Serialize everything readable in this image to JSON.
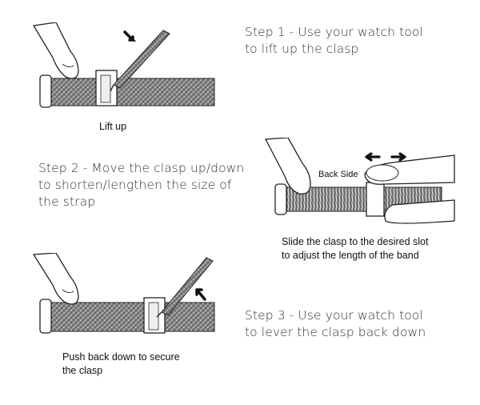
{
  "steps": [
    {
      "line1": "Step 1 - Use your watch tool",
      "line2": "to lift up the clasp"
    },
    {
      "line1": "Step 2 - Move the clasp up/down",
      "line2": "to shorten/lengthen the size of",
      "line3": "the strap"
    },
    {
      "line1": "Step 3 - Use your watch tool",
      "line2": "to lever the clasp back down"
    }
  ],
  "captions": {
    "lift_up": "Lift up",
    "back_side": "Back Side",
    "slide_line1": "Slide the clasp to the desired slot",
    "slide_line2": "to adjust the length of the band",
    "push_line1": "Push back down to secure",
    "push_line2": "the clasp"
  }
}
